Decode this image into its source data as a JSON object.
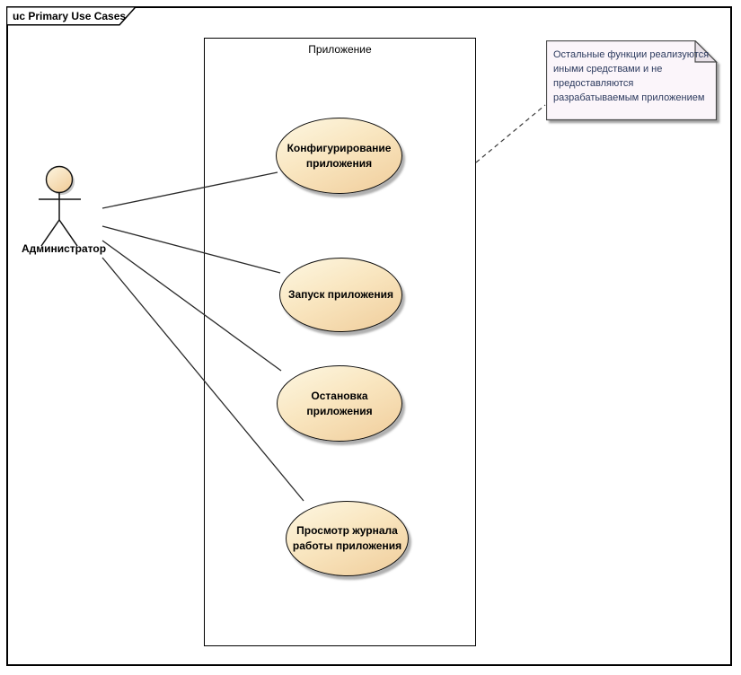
{
  "frame": {
    "label": "uc Primary Use Cases"
  },
  "boundary": {
    "label": "Приложение"
  },
  "actor": {
    "label": "Администратор"
  },
  "use_cases": [
    {
      "label": "Конфигурирование приложения",
      "lines": [
        "Конфигурирование",
        "приложения"
      ]
    },
    {
      "label": "Запуск приложения",
      "lines": [
        "Запуск приложения"
      ]
    },
    {
      "label": "Остановка приложения",
      "lines": [
        "Остановка",
        "приложения"
      ]
    },
    {
      "label": "Просмотр журнала работы приложения",
      "lines": [
        "Просмотр журнала",
        "работы приложения"
      ]
    }
  ],
  "note": {
    "text": "Остальные функции реализуются иными средствами и не предоставляются разрабатываемым приложением",
    "lines": [
      "Остальные функции реализуются",
      "иными средствами и не",
      "предоставляются",
      "разрабатываемым приложением"
    ]
  },
  "colors": {
    "usecase_fill_light": "#fdf7e2",
    "usecase_fill_dark": "#f0cd9b",
    "note_background": "#fbf5fa",
    "note_text": "#2c3a5e",
    "outline": "#000000"
  }
}
